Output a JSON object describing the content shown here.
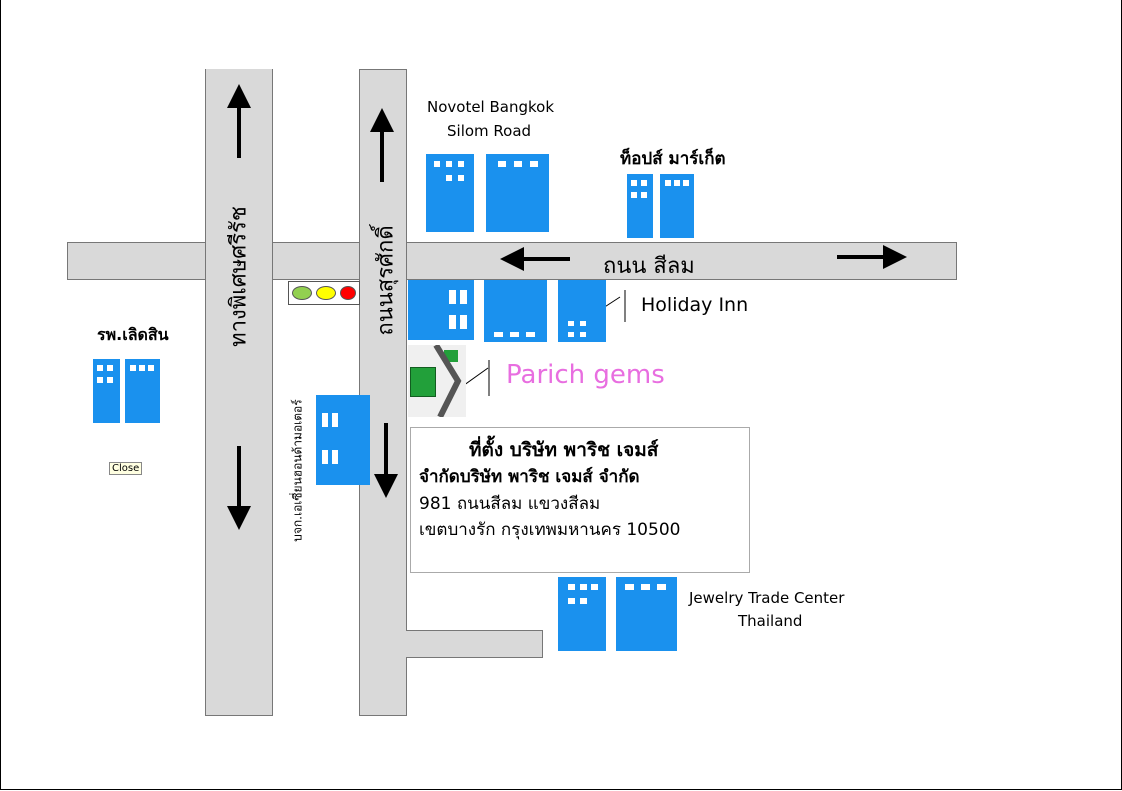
{
  "roads": {
    "silom": "ถนน สีลม",
    "surasak": "ถนนสุรศักดิ์",
    "phiset": "ทางพิเศษศรีรัช",
    "soi_label": "บจก.เอเซี่ยนฮอนด้ามอเตอร์"
  },
  "places": {
    "novotel_line1": "Novotel Bangkok",
    "novotel_line2": "Silom Road",
    "tops": "ท็อปส์ มาร์เก็ต",
    "hospital": "รพ.เลิดสิน",
    "holiday_inn": "Holiday Inn",
    "parich": "Parich gems",
    "jtc_line1": "Jewelry Trade Center",
    "jtc_line2": "Thailand"
  },
  "info_box": {
    "title": "ที่ตั้ง บริษัท พาริช เจมส์",
    "line1": "จำกัดบริษัท พาริช เจมส์ จำกัด",
    "line2": "981  ถนนสีลม  แขวงสีลม",
    "line3": "เขตบางรัก กรุงเทพมหานคร 10500"
  },
  "controls": {
    "close_label": "Close"
  },
  "colors": {
    "building": "#1a91ee",
    "road": "#d9d9d9",
    "parich_text": "#e86ee0",
    "light_green": "#92d050",
    "light_yellow": "#ffff00",
    "light_red": "#ff0000"
  }
}
